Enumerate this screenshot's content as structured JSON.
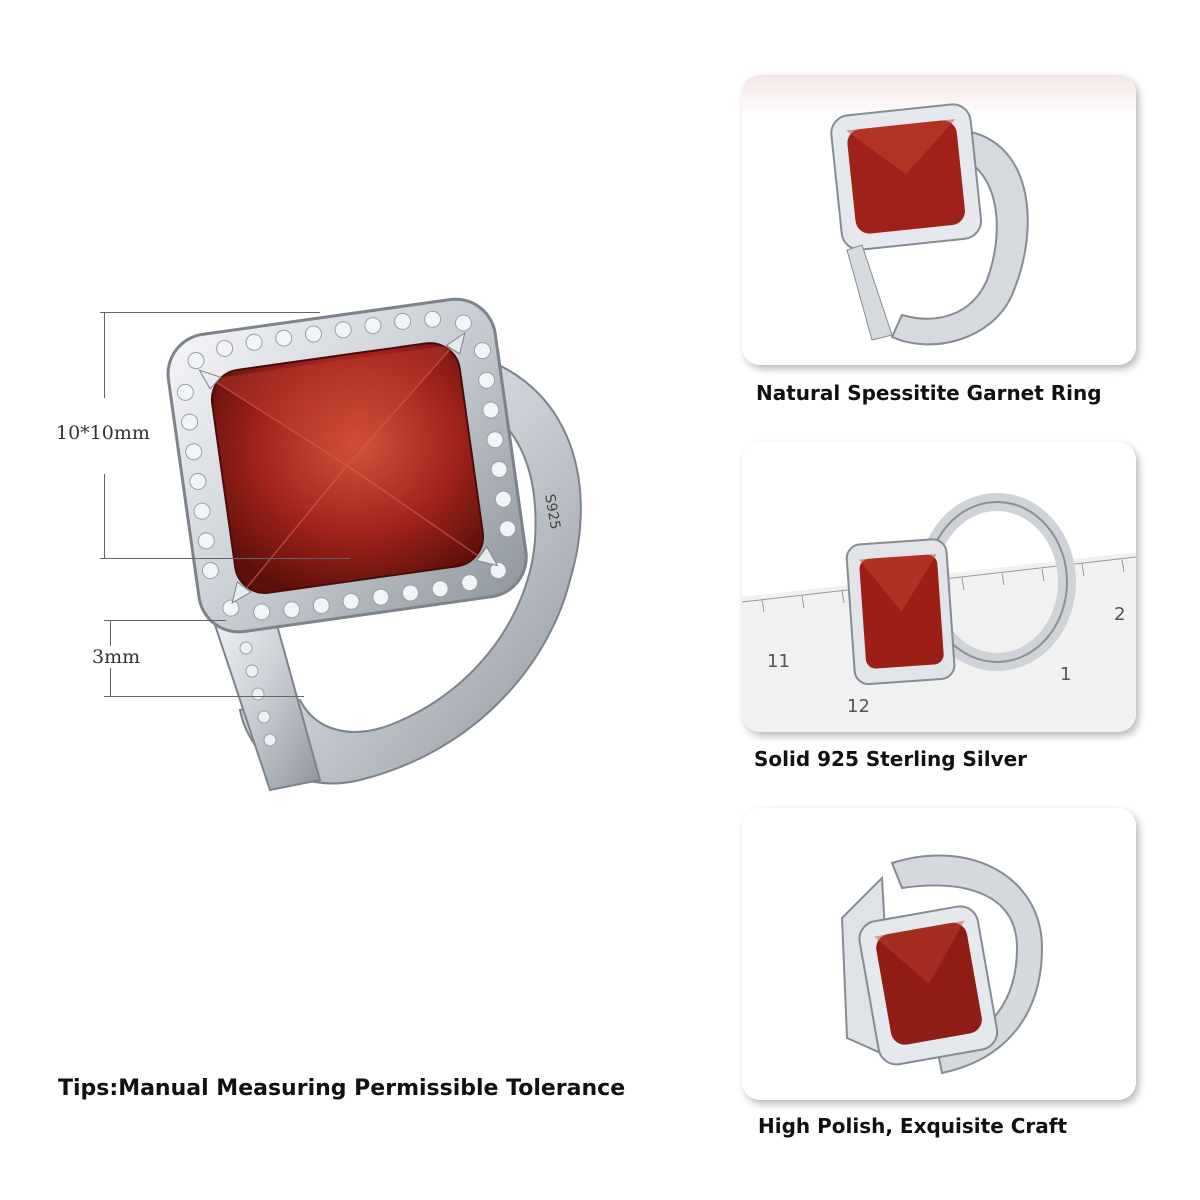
{
  "dimensions": {
    "stone_size": "10*10mm",
    "band_width": "3mm"
  },
  "ring_stamp": "S925",
  "tips": "Tips:Manual Measuring Permissible Tolerance",
  "ruler_labels": [
    "11",
    "12",
    "1",
    "2"
  ],
  "cards": [
    {
      "caption": "Natural Spessitite Garnet Ring"
    },
    {
      "caption": "Solid 925 Sterling Silver"
    },
    {
      "caption": "High Polish, Exquisite Craft"
    }
  ],
  "colors": {
    "garnet": "#a3241b",
    "garnet_dark": "#6e1410",
    "silver": "#d9dde2",
    "text": "#111111"
  }
}
